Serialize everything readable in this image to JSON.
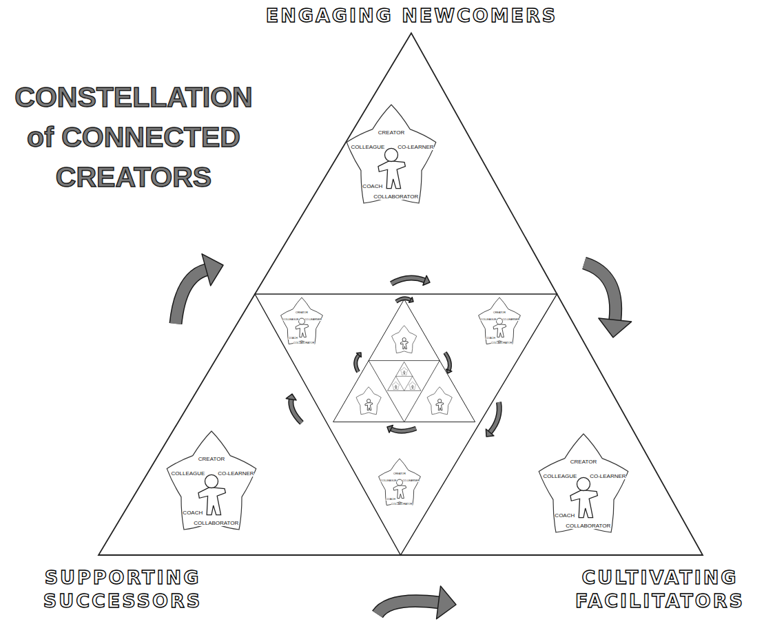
{
  "diagram": {
    "title": "CONSTELLATION of CONNECTED CREATORS",
    "nodes": [
      {
        "text": [
          "CREATOR",
          "COLLEAGUE",
          "CO-LEARNER",
          "COACH",
          "COLLABORATOR"
        ]
      },
      {
        "text": [
          "CREATOR",
          "COLLEAGUE",
          "CO-LEARNER",
          "COACH",
          "COLLABORATOR"
        ]
      },
      {
        "text": [
          "CREATOR",
          "COLLEAGUE",
          "CO-LEARNER",
          "COACH",
          "COLLABORATOR"
        ]
      },
      {
        "text": [
          "CREATOR",
          "COLLEAGUE",
          "CO-LEARNER",
          "COACH",
          "COLLABORATOR"
        ]
      },
      {
        "text": [
          "CREATOR",
          "COLLEAGUE",
          "CO-LEARNER",
          "COACH",
          "COLLABORATOR"
        ]
      },
      {
        "text": [
          "CREATOR",
          "COLLEAGUE",
          "CO-LEARNER",
          "COACH",
          "COLLABORATOR"
        ]
      }
    ],
    "labels": [
      "ENGAGING NEWCOMERS",
      "SUPPORTING SUCCESSORS",
      "CULTIVATING FACILITATORS"
    ]
  }
}
